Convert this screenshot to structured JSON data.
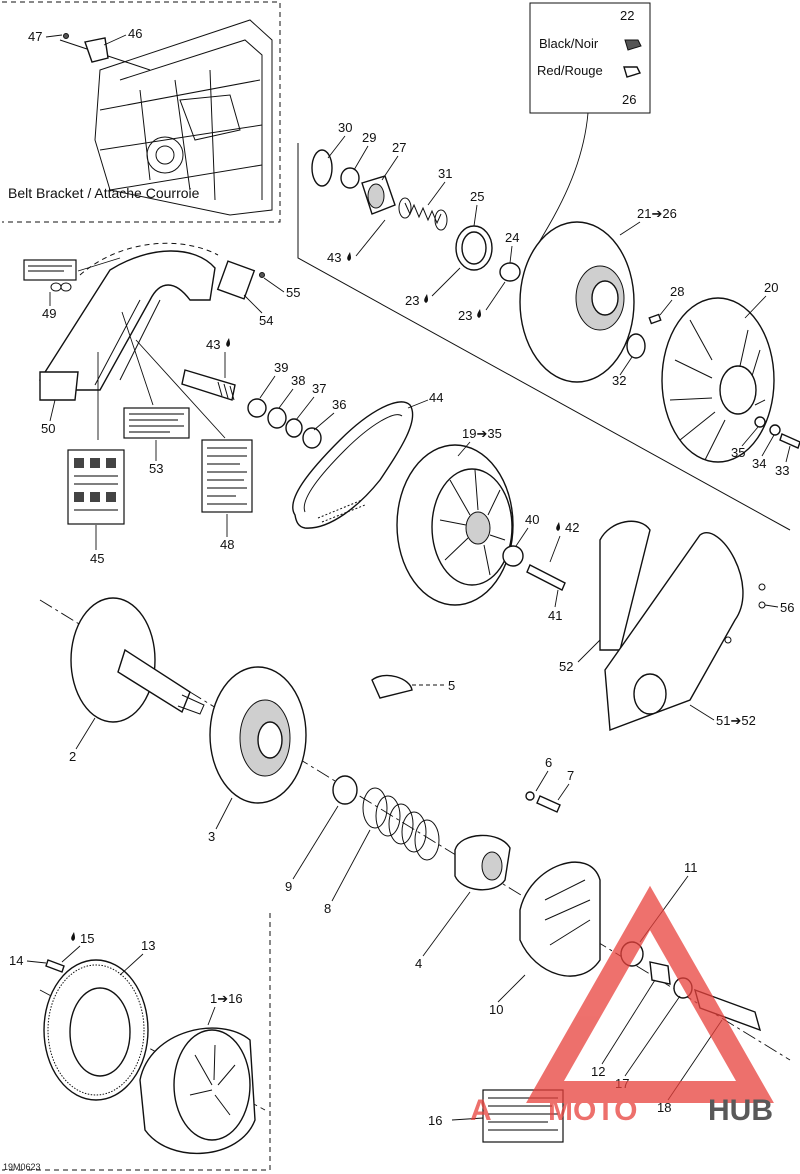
{
  "diagram": {
    "inset_top_left": {
      "text": "Belt Bracket / Attache Courroie"
    },
    "wire_legend": {
      "number_top": "22",
      "black": "Black/Noir",
      "red": "Red/Rouge",
      "number_bottom": "26"
    },
    "drawing_ref": "19M0623",
    "watermark": {
      "prefix": "A",
      "mid": "MOTO",
      "suffix": "HUB"
    },
    "labels": {
      "l1_16": "1➔16",
      "l2": "2",
      "l3": "3",
      "l4": "4",
      "l5": "5",
      "l6": "6",
      "l7": "7",
      "l8": "8",
      "l9": "9",
      "l10": "10",
      "l11": "11",
      "l12": "12",
      "l13": "13",
      "l14": "14",
      "l15": "15",
      "l16": "16",
      "l17": "17",
      "l18": "18",
      "l19_35": "19➔35",
      "l20": "20",
      "l21_26": "21➔26",
      "l23a": "23",
      "l23b": "23",
      "l24": "24",
      "l25": "25",
      "l27": "27",
      "l28": "28",
      "l29": "29",
      "l30": "30",
      "l31": "31",
      "l32": "32",
      "l33": "33",
      "l34": "34",
      "l35": "35",
      "l36": "36",
      "l37": "37",
      "l38": "38",
      "l39": "39",
      "l40": "40",
      "l41": "41",
      "l42": "42",
      "l43a": "43",
      "l43b": "43",
      "l44": "44",
      "l45": "45",
      "l46": "46",
      "l47": "47",
      "l48": "48",
      "l49": "49",
      "l50": "50",
      "l51_52": "51➔52",
      "l52": "52",
      "l53": "53",
      "l54": "54",
      "l55": "55",
      "l56": "56"
    },
    "colors": {
      "watermark_red": "#e8413c",
      "watermark_dark": "#222222",
      "ink": "#111111"
    }
  }
}
